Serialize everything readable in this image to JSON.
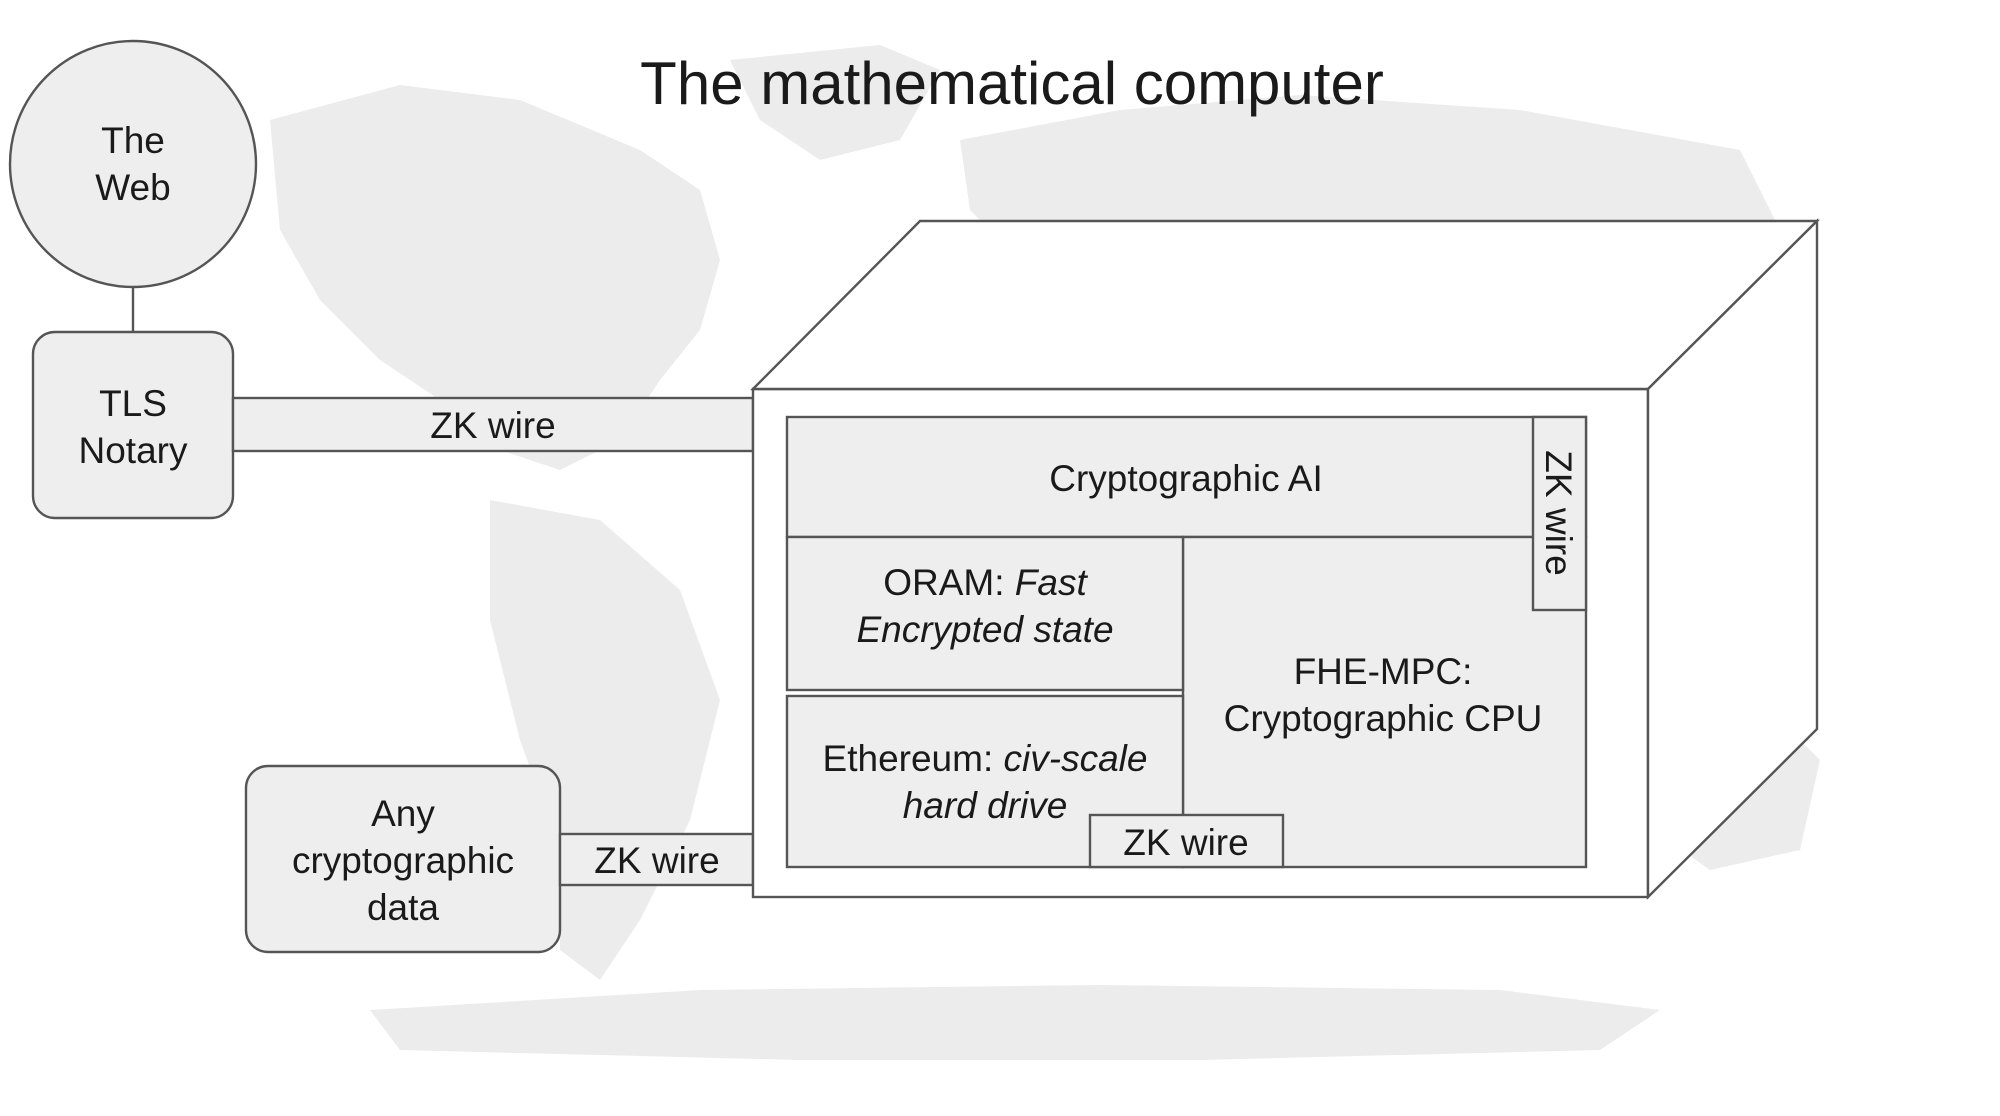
{
  "title": "The mathematical computer",
  "nodes": {
    "web": {
      "line1": "The",
      "line2": "Web"
    },
    "tls_notary": {
      "line1": "TLS",
      "line2": "Notary"
    },
    "any_data": {
      "line1": "Any",
      "line2": "cryptographic",
      "line3": "data"
    }
  },
  "wires": {
    "tls_wire": "ZK wire",
    "data_wire": "ZK wire",
    "ai_wire": "ZK wire",
    "eth_wire": "ZK wire"
  },
  "modules": {
    "ai": "Cryptographic AI",
    "oram": {
      "prefix": "ORAM: ",
      "italic1": "Fast",
      "italic2": "Encrypted state"
    },
    "ethereum": {
      "prefix": "Ethereum: ",
      "italic1": "civ-scale",
      "italic2": "hard drive"
    },
    "fhe": {
      "line1": "FHE-MPC:",
      "line2": "Cryptographic CPU"
    }
  },
  "colors": {
    "box_fill": "#eeeeee",
    "stroke": "#555555",
    "map": "#ececec"
  }
}
